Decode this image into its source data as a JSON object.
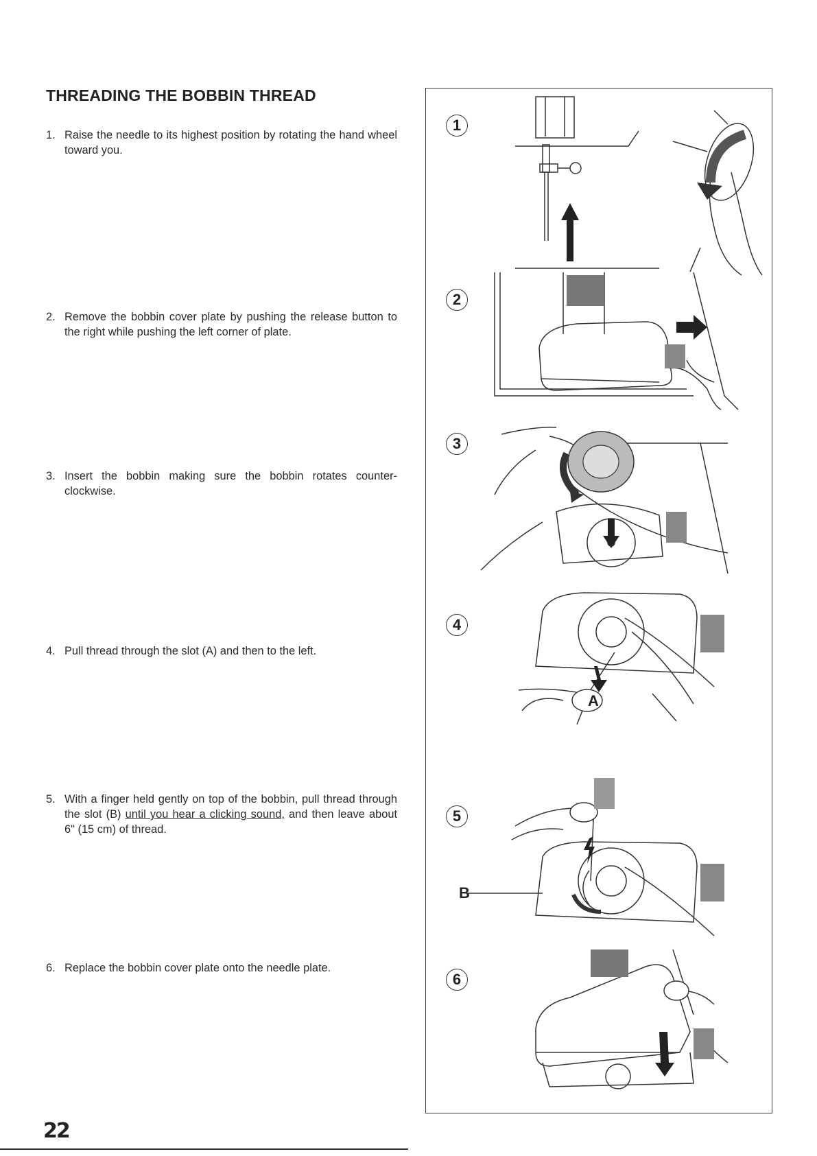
{
  "title": "THREADING THE BOBBIN THREAD",
  "steps": [
    {
      "num": "1.",
      "text": "Raise the needle to its highest position by rotating the hand wheel toward you."
    },
    {
      "num": "2.",
      "text": "Remove the bobbin cover plate by pushing the release button to the right while pushing the left corner of plate."
    },
    {
      "num": "3.",
      "text": "Insert the bobbin making sure the bobbin rotates counter-clockwise."
    },
    {
      "num": "4.",
      "text": "Pull thread through the slot (A) and then to the left."
    },
    {
      "num": "5.",
      "text_before": "With a finger held gently on top of the bobbin, pull thread through the slot (B) ",
      "text_underlined": "until you hear a clicking sound,",
      "text_after": " and then leave about 6\" (15 cm) of thread."
    },
    {
      "num": "6.",
      "text": "Replace the bobbin cover plate onto the needle plate."
    }
  ],
  "figures": [
    {
      "num": "1"
    },
    {
      "num": "2"
    },
    {
      "num": "3"
    },
    {
      "num": "4",
      "label": "A"
    },
    {
      "num": "5",
      "label": "B"
    },
    {
      "num": "6"
    }
  ],
  "page_number": "22"
}
